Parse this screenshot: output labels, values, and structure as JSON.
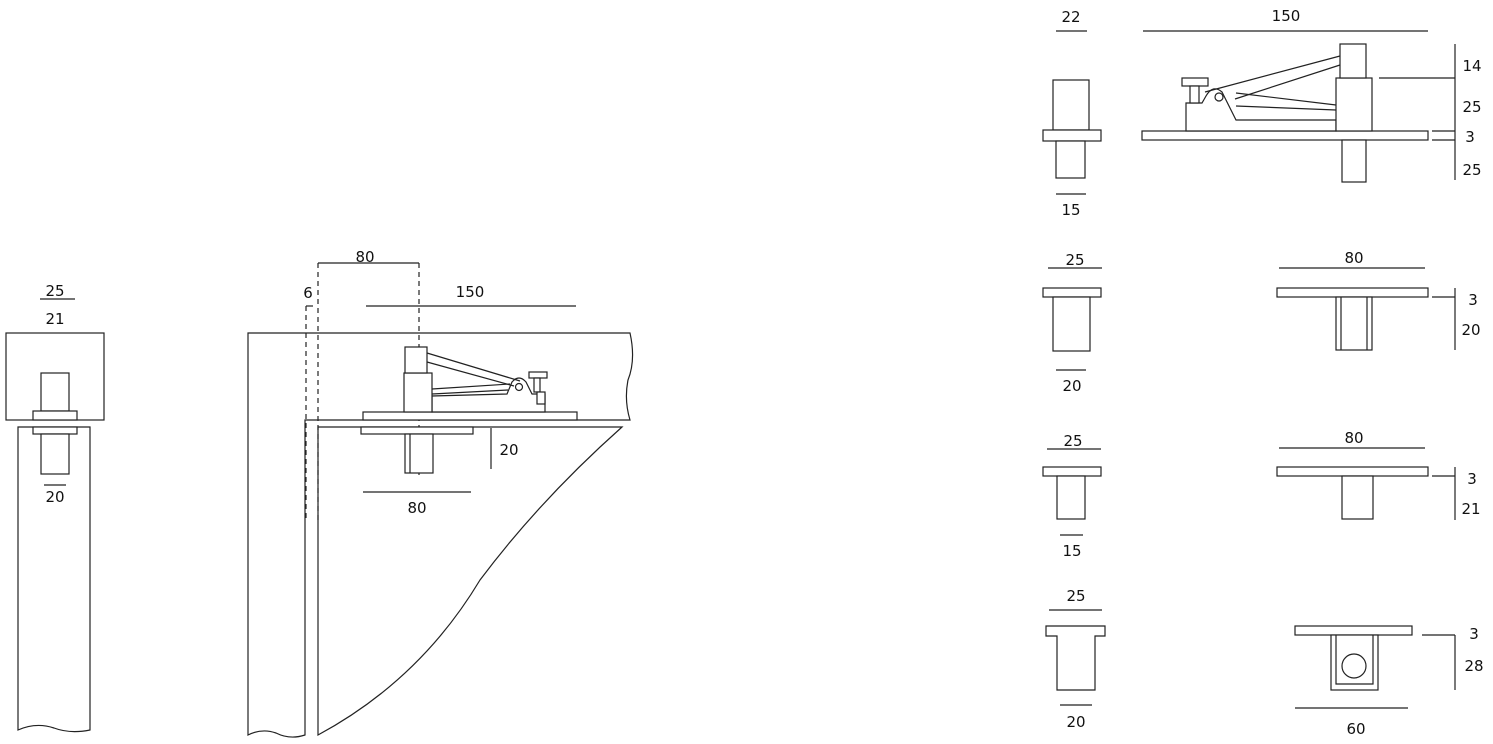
{
  "front_view": {
    "top_width": "25",
    "inner_width": "21",
    "stem_width": "20"
  },
  "section_view": {
    "offset": "6",
    "axis_distance": "80",
    "clamp_length": "150",
    "stem_height": "20",
    "washer_width": "80"
  },
  "clamp_detail": {
    "end_view": {
      "top_width": "22",
      "stem_width": "15"
    },
    "side_view": {
      "length": "150",
      "heights": [
        "14",
        "25",
        "3",
        "25"
      ]
    }
  },
  "variant_a": {
    "flange_width": "25",
    "body_width": "20",
    "plate_width": "80",
    "heights": [
      "3",
      "20"
    ]
  },
  "variant_b": {
    "flange_width": "25",
    "body_width": "15",
    "plate_width": "80",
    "heights": [
      "3",
      "21"
    ]
  },
  "variant_c": {
    "flange_width": "25",
    "body_width": "20",
    "plate_width": "60",
    "heights": [
      "3",
      "28"
    ]
  }
}
